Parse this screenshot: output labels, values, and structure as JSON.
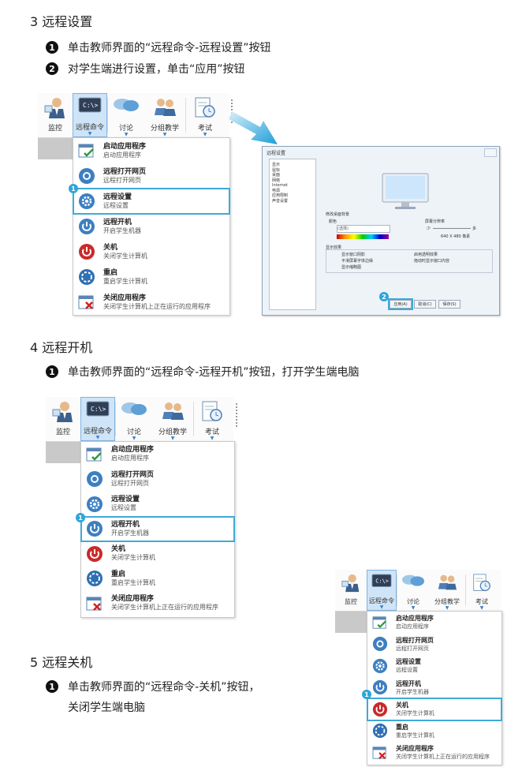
{
  "section3": {
    "title": "3 远程设置",
    "steps": [
      {
        "num": "1",
        "text": "单击教师界面的“远程命令-远程设置”按钮"
      },
      {
        "num": "2",
        "text": "对学生端进行设置，单击“应用”按钮"
      }
    ]
  },
  "section4": {
    "title": "4 远程开机",
    "steps": [
      {
        "num": "1",
        "text": "单击教师界面的“远程命令-远程开机”按钮，打开学生端电脑"
      }
    ]
  },
  "section5": {
    "title": "5 远程关机",
    "steps": [
      {
        "num": "1",
        "text": "单击教师界面的“远程命令-关机”按钮，",
        "text2": "关闭学生端电脑"
      }
    ]
  },
  "toolbar": {
    "buttons": [
      "监控",
      "远程命令",
      "讨论",
      "分组教学",
      "考试"
    ]
  },
  "menu": {
    "items": [
      {
        "title": "启动应用程序",
        "desc": "启动应用程序"
      },
      {
        "title": "远程打开网页",
        "desc": "远程打开网页"
      },
      {
        "title": "远程设置",
        "desc": "远程设置"
      },
      {
        "title": "远程开机",
        "desc": "开启学生机器"
      },
      {
        "title": "关机",
        "desc": "关闭学生计算机"
      },
      {
        "title": "重启",
        "desc": "重启学生计算机"
      },
      {
        "title": "关闭应用程序",
        "desc": "关闭学生计算机上正在运行的应用程序"
      }
    ]
  },
  "callouts": {
    "one": "1",
    "two": "2"
  },
  "dialog": {
    "title": "远程设置",
    "sidebar": [
      "显示",
      "鼠标",
      "桌面",
      "网络",
      "Internet",
      "电源",
      "应用限制",
      "声音设置"
    ],
    "label_desktop": "修改桌面背景",
    "label_color": "颜色",
    "color_value": "(选择)",
    "label_resolution": "屏幕分辨率",
    "res_low": "少",
    "res_high": "多",
    "res_value": "640 X 480 像素",
    "label_effects": "显示效果",
    "checks_left": [
      "显示窗口阴影",
      "平滑屏幕字体边缘",
      "显示缩略图"
    ],
    "checks_right": [
      "启用透明效果",
      "拖动时显示窗口内容"
    ],
    "buttons": [
      "应用(A)",
      "取消(C)",
      "保存(S)"
    ]
  },
  "colors": {
    "accent": "#2fa5db",
    "highlight": "#3fa9d8",
    "selected": "#cfe4f7"
  }
}
